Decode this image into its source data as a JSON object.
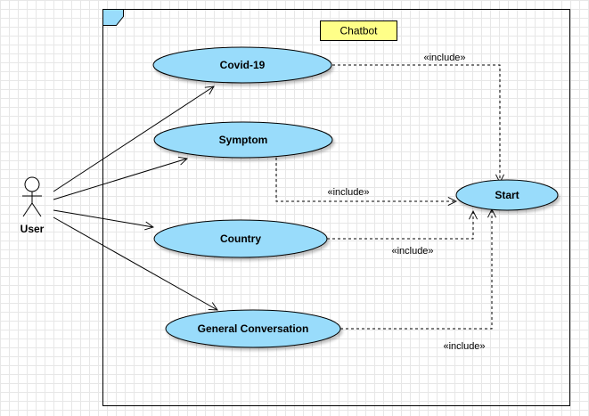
{
  "system_boundary": {
    "title": "Chatbot"
  },
  "actor": {
    "name": "User"
  },
  "use_cases": {
    "covid": "Covid-19",
    "symptom": "Symptom",
    "country": "Country",
    "general": "General Conversation",
    "start": "Start"
  },
  "relations": {
    "include_covid": "«include»",
    "include_symptom": "«include»",
    "include_country": "«include»",
    "include_general": "«include»"
  },
  "colors": {
    "usecase_fill": "#99dcfb",
    "boundary_tab_fill": "#99dcfb",
    "title_fill": "#ffff88",
    "stroke": "#000000"
  }
}
